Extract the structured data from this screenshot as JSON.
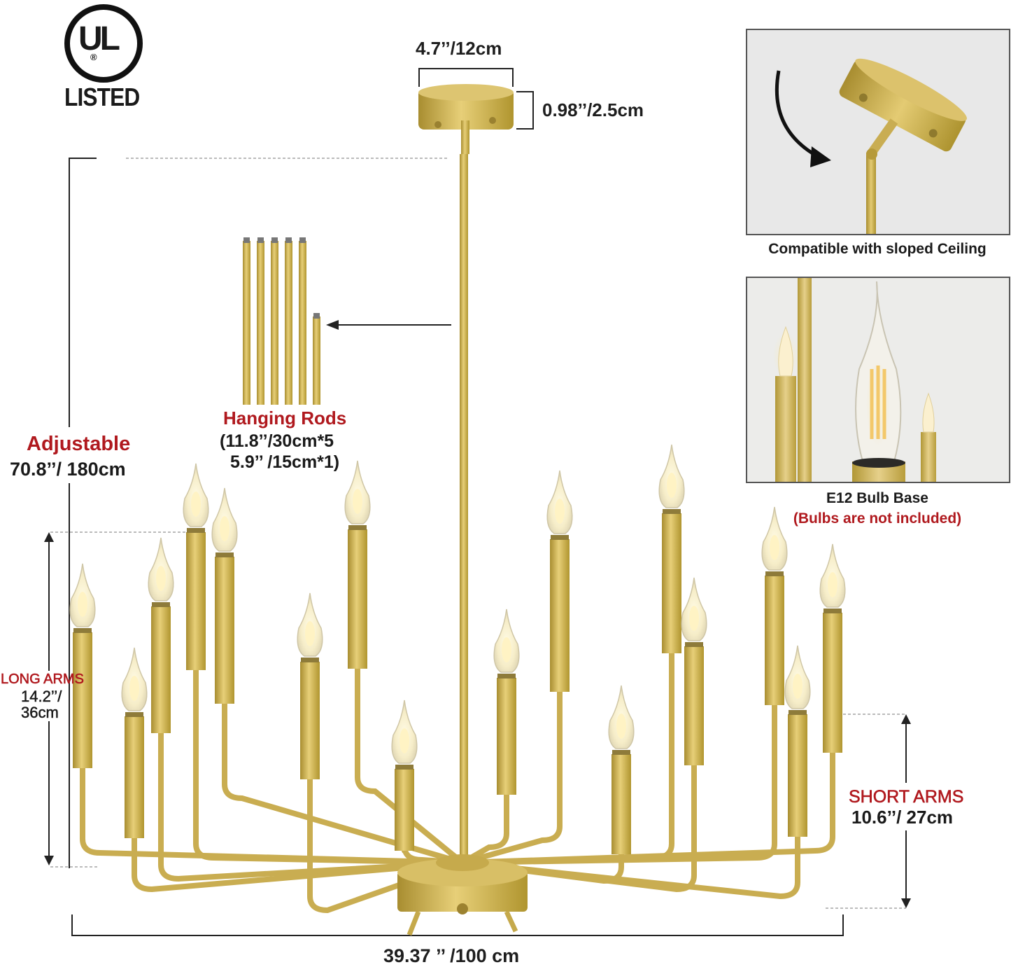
{
  "ul": {
    "mark": "UL",
    "registered": "®",
    "listed": "LISTED"
  },
  "canopy": {
    "width": "4.7’’/12cm",
    "height": "0.98’’/2.5cm"
  },
  "rods": {
    "title": "Hanging Rods",
    "line1": "(11.8’’/30cm*5",
    "line2": "5.9’’ /15cm*1)"
  },
  "adjustable": {
    "title": "Adjustable",
    "value": "70.8’’/ 180cm"
  },
  "long_arms": {
    "title": "LONG ARMS",
    "value1": "14.2’’/",
    "value2": "36cm"
  },
  "short_arms": {
    "title": "SHORT ARMS",
    "value": "10.6’’/ 27cm"
  },
  "diameter": "39.37 ’’ /100 cm",
  "panel_sloped": {
    "caption": "Compatible with sloped Ceiling"
  },
  "panel_bulb": {
    "caption": "E12 Bulb Base",
    "note": "(Bulbs are not included)"
  },
  "colors": {
    "gold": "#d2b556",
    "gold_dark": "#b39839",
    "red": "#b0191e",
    "panel_bg": "#e6e6e6"
  }
}
